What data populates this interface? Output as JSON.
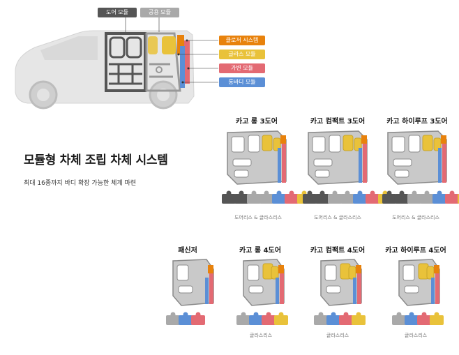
{
  "header_tags": {
    "door": "도어 모듈",
    "common": "공용 모듈"
  },
  "side_tags": {
    "closure": "클로저 시스템",
    "glass": "글라스 모듈",
    "variable": "가변 모듈",
    "longbody": "롱바디 모듈"
  },
  "title": "모듈형 차체 조립 차체 시스템",
  "subtitle": "최대 16종까지 바디 확장 가능한 체계 마련",
  "variants_row1": [
    {
      "name": "카고 롱 3도어",
      "caption": "도어리스 & 글라스리스"
    },
    {
      "name": "카고 컴팩트 3도어",
      "caption": "도어리스 & 글라스리스"
    },
    {
      "name": "카고 하이루프 3도어",
      "caption": "도어리스 & 글라스리스"
    }
  ],
  "variants_row2": [
    {
      "name": "패신저",
      "caption": ""
    },
    {
      "name": "카고 롱 4도어",
      "caption": "글라스리스"
    },
    {
      "name": "카고 컴팩트 4도어",
      "caption": "글라스리스"
    },
    {
      "name": "카고 하이루프 4도어",
      "caption": "글라스리스"
    }
  ],
  "colors": {
    "door": "#555555",
    "common": "#a9a9a9",
    "closure": "#e8820c",
    "glass": "#e9c23a",
    "variable": "#e36a73",
    "longbody": "#5b8fd6",
    "frame": "#8a8a8a",
    "vehicle": "#e4e4e4"
  }
}
